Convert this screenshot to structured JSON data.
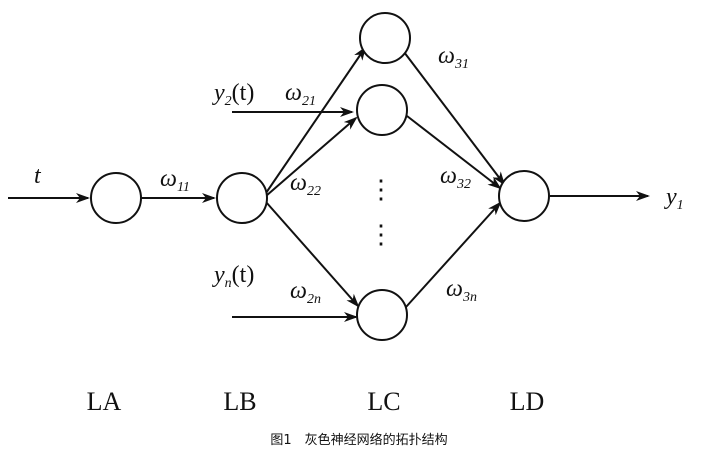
{
  "diagram": {
    "nodes": {
      "la": "",
      "lb": "",
      "lc1": "",
      "lc2": "",
      "lcn": "",
      "ld": ""
    },
    "inputs": {
      "t": "t",
      "y2": {
        "base": "y",
        "sub": "2",
        "arg": "(t)"
      },
      "yn": {
        "base": "y",
        "sub": "n",
        "arg": "(t)"
      }
    },
    "weights": {
      "w11": {
        "base": "ω",
        "sub": "11"
      },
      "w21": {
        "base": "ω",
        "sub": "21"
      },
      "w22": {
        "base": "ω",
        "sub": "22"
      },
      "w2n": {
        "base": "ω",
        "sub": "2n"
      },
      "w31": {
        "base": "ω",
        "sub": "31"
      },
      "w32": {
        "base": "ω",
        "sub": "32"
      },
      "w3n": {
        "base": "ω",
        "sub": "3n"
      }
    },
    "output": {
      "base": "y",
      "sub": "1"
    },
    "vertical_dots": "⋮",
    "layers": [
      "LA",
      "LB",
      "LC",
      "LD"
    ]
  },
  "caption": "图1　灰色神经网络的拓扑结构"
}
